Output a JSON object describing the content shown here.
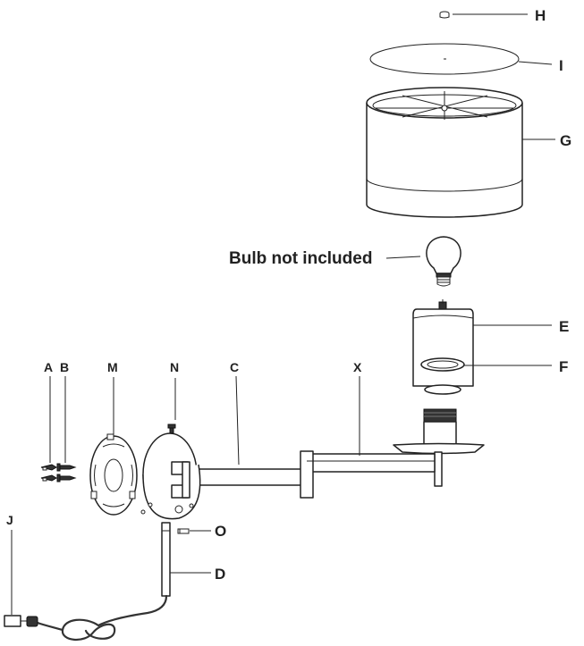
{
  "labels": {
    "H": "H",
    "I": "I",
    "G": "G",
    "E": "E",
    "F": "F",
    "A": "A",
    "B": "B",
    "M": "M",
    "N": "N",
    "C": "C",
    "X": "X",
    "O": "O",
    "D": "D",
    "J": "J"
  },
  "bulb_note": "Bulb not included"
}
